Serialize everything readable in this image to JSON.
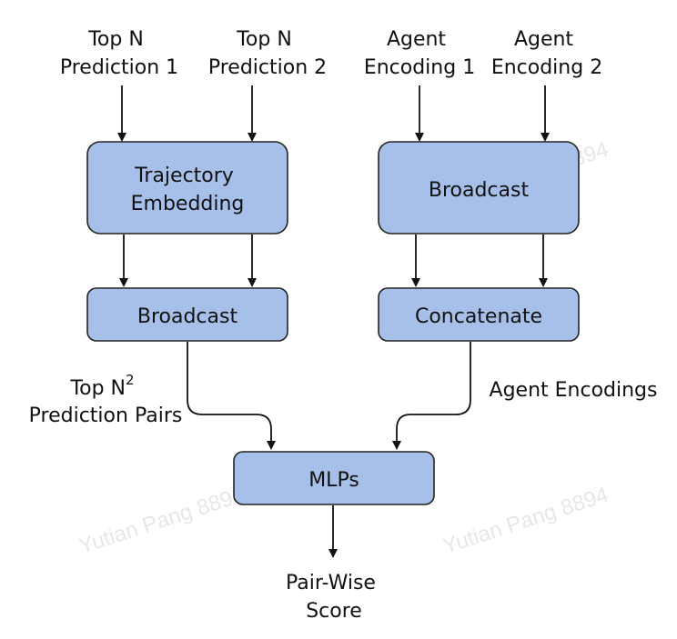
{
  "watermark": "Yutian Pang 8894",
  "inputs": {
    "pred1": [
      "Top N",
      "Prediction 1"
    ],
    "pred2": [
      "Top N",
      "Prediction 2"
    ],
    "agent1": [
      "Agent",
      "Encoding 1"
    ],
    "agent2": [
      "Agent",
      "Encoding 2"
    ]
  },
  "boxes": {
    "trajectory_embedding": [
      "Trajectory",
      "Embedding"
    ],
    "broadcast_left": "Broadcast",
    "broadcast_right": "Broadcast",
    "concatenate": "Concatenate",
    "mlps": "MLPs"
  },
  "edge_labels": {
    "pairs_line1": "Top N",
    "pairs_sup": "2",
    "pairs_line2": "Prediction Pairs",
    "agent_encodings": "Agent Encodings"
  },
  "output": [
    "Pair-Wise",
    "Score"
  ],
  "colors": {
    "box_fill": "#a7c0ea",
    "box_stroke": "#222222",
    "arrow": "#111111"
  }
}
